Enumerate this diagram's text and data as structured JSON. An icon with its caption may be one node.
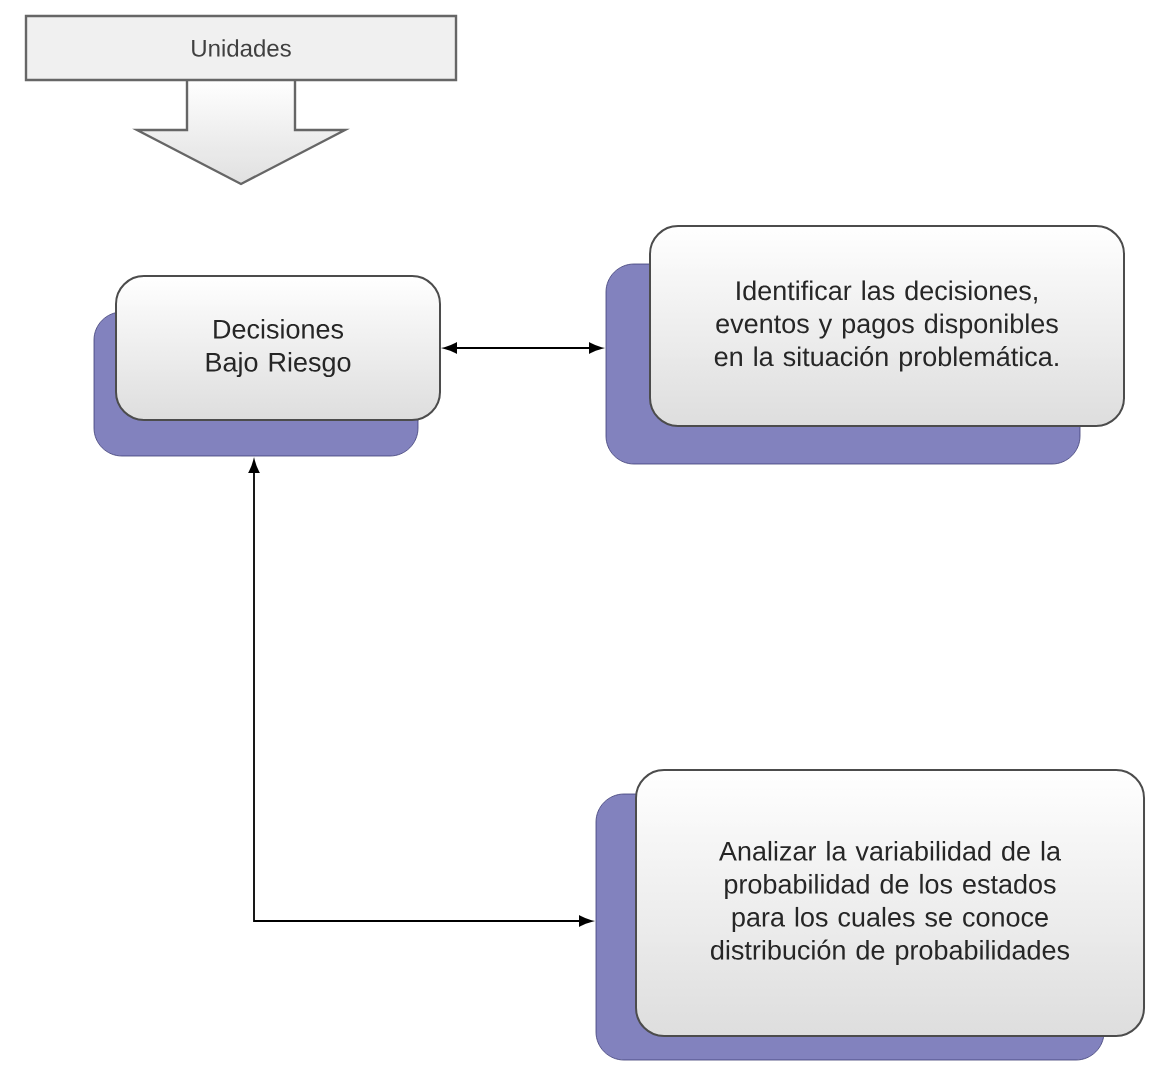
{
  "diagram": {
    "nodes": [
      {
        "text": [
          "Unidades"
        ]
      },
      {
        "text": [
          "Decisiones Bajo Riesgo"
        ]
      },
      {
        "text": [
          "Identificar las decisiones, eventos y pagos disponibles en la situación problemática."
        ]
      },
      {
        "text": [
          "Analizar la variabilidad de la probabilidad de los estados para los cuales se conoce distribución de probabilidades"
        ]
      }
    ],
    "edges": [
      {
        "from": 1,
        "to": 2,
        "arrow": "both"
      },
      {
        "from": 1,
        "to": 3,
        "arrow": "both"
      }
    ]
  }
}
